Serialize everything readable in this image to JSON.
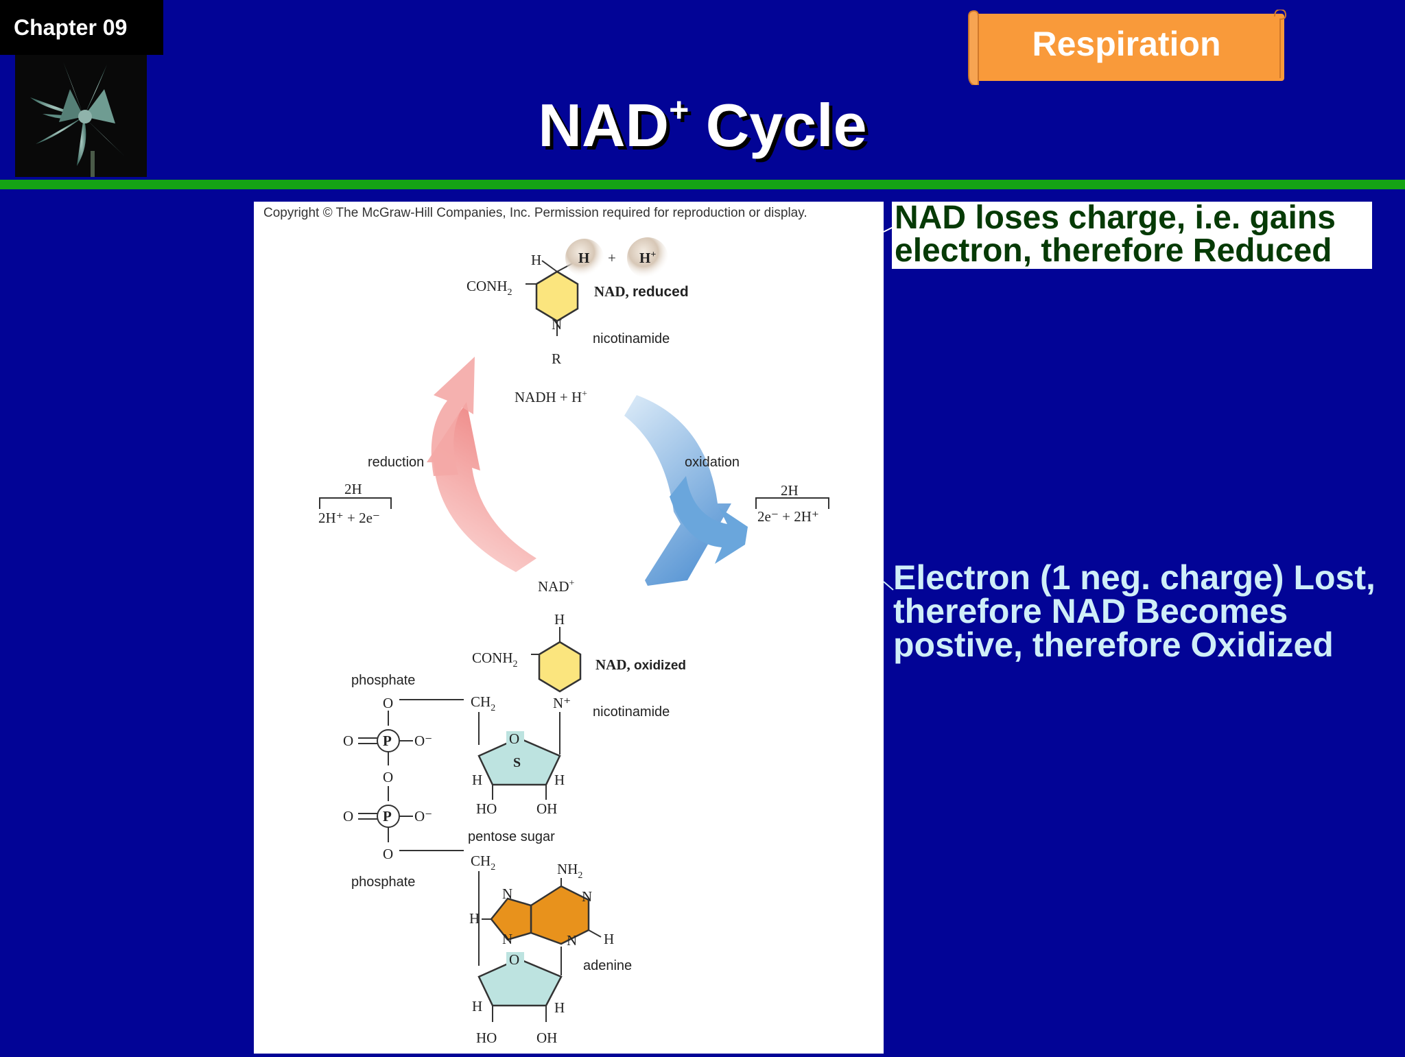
{
  "header": {
    "chapter": "Chapter 09",
    "banner": "Respiration",
    "title_main": "NAD",
    "title_sup": "+",
    "title_rest": " Cycle"
  },
  "figure": {
    "copyright": "Copyright © The McGraw-Hill Companies, Inc. Permission required for reproduction or display.",
    "top": {
      "h_left": "H",
      "h_atom": "H",
      "plus": "+",
      "h_ion": "H",
      "h_ion_sup": "+",
      "conh2": "CONH",
      "conh2_sub": "2",
      "label_nad": "NAD,",
      "label_state": "reduced",
      "n_atom": "N",
      "r_group": "R",
      "nicotinamide": "nicotinamide"
    },
    "cycle": {
      "nadh": "NADH + H",
      "nadh_sup": "+",
      "reduction": "reduction",
      "oxidation": "oxidation",
      "left_top": "2H",
      "left_bottom": "2H⁺ + 2e⁻",
      "right_top": "2H",
      "right_bottom": "2e⁻ + 2H⁺",
      "nad_plus": "NAD",
      "nad_plus_sup": "+"
    },
    "bottom": {
      "h_top": "H",
      "conh2": "CONH",
      "conh2_sub": "2",
      "label_nad": "NAD,",
      "label_state": "oxidized",
      "n_plus": "N⁺",
      "nicotinamide": "nicotinamide",
      "phosphate_top": "phosphate",
      "phosphate_bottom": "phosphate",
      "o": "O",
      "p": "P",
      "o_minus": "O⁻",
      "ch2": "CH",
      "ch2_sub": "2",
      "s": "S",
      "h": "H",
      "ho": "HO",
      "oh": "OH",
      "pentose": "pentose sugar",
      "nh2": "NH",
      "nh2_sub": "2",
      "n": "N",
      "adenine": "adenine"
    }
  },
  "callouts": {
    "reduced": "NAD loses charge, i.e. gains electron, therefore Reduced",
    "oxidized": "Electron (1 neg. charge) Lost, therefore NAD Becomes postive, therefore Oxidized"
  },
  "colors": {
    "background": "#020496",
    "banner": "#f99a3a",
    "rule": "#15a315",
    "callout_reduced_text": "#063a06",
    "callout_oxidized_text": "#cfeef8",
    "reduction_arrow": "#f29a98",
    "oxidation_arrow": "#6aa6dc",
    "nicotinamide_ring": "#fbe57e",
    "sugar_ring": "#bde3e0",
    "adenine_ring": "#e8921c"
  }
}
